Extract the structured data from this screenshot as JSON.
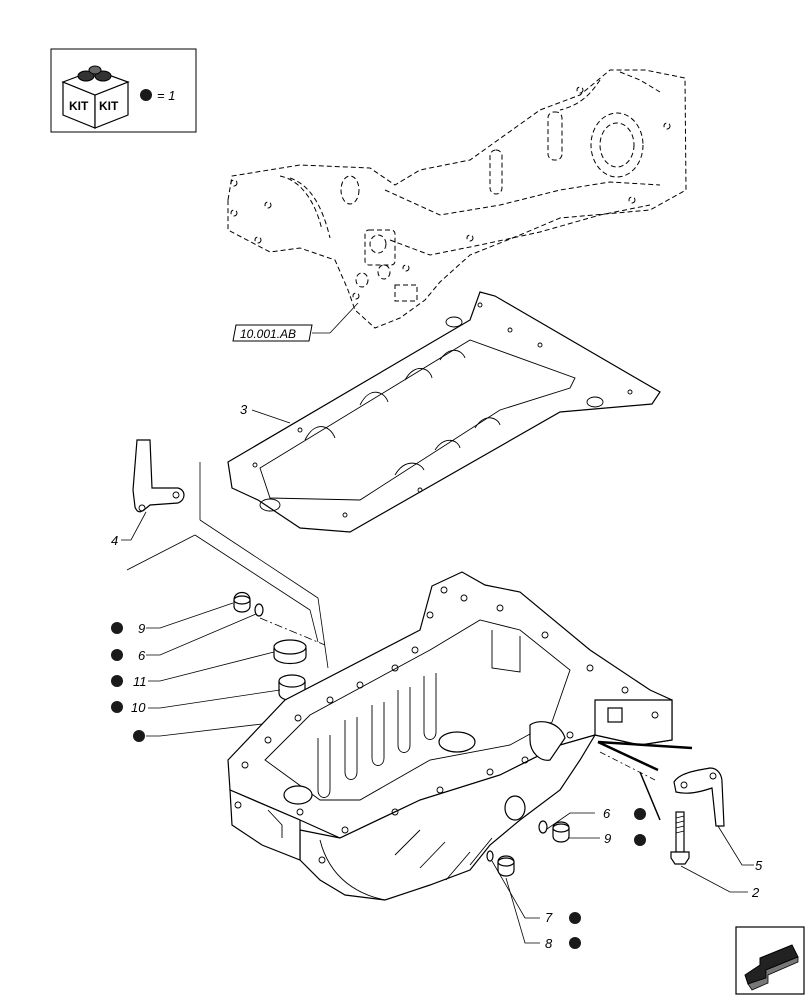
{
  "legend": {
    "kit_label_1": "KIT",
    "kit_label_2": "KIT",
    "equals_text": "= 1"
  },
  "reference": {
    "label": "10.001.AB"
  },
  "callouts": {
    "c3": "3",
    "c4": "4",
    "c9a": "9",
    "c6a": "6",
    "c11": "11",
    "c10": "10",
    "c6b": "6",
    "c9b": "9",
    "c5": "5",
    "c2": "2",
    "c7": "7",
    "c8": "8"
  },
  "colors": {
    "ink": "#000000",
    "kit_dot": "#1a1a1a",
    "background": "#ffffff"
  },
  "icons": [
    "kit-box-icon",
    "next-page-arrow-icon"
  ]
}
